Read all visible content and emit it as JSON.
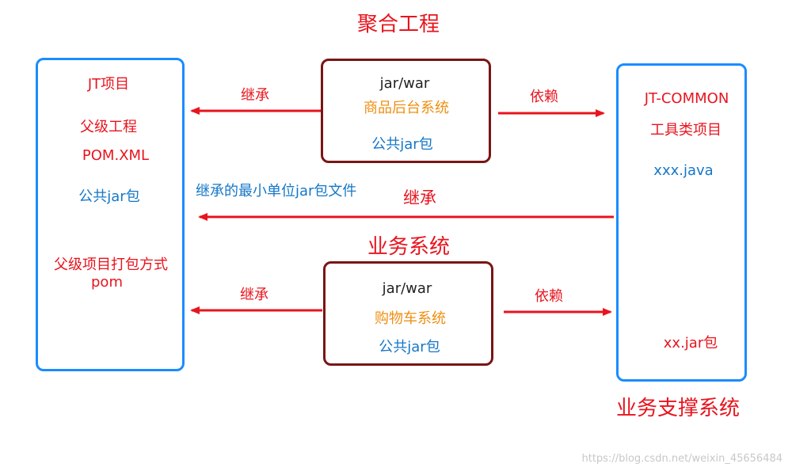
{
  "titles": {
    "aggregate": "聚合工程",
    "business": "业务系统",
    "support": "业务支撑系统"
  },
  "left_box": {
    "line1": "JT项目",
    "line2": "父级工程",
    "line3": "POM.XML",
    "line4": "公共jar包",
    "line5": "父级项目打包方式",
    "line6": "pom"
  },
  "mid_top_box": {
    "line1": "jar/war",
    "line2": "商品后台系统",
    "line3": "公共jar包"
  },
  "mid_bottom_box": {
    "line1": "jar/war",
    "line2": "购物车系统",
    "line3": "公共jar包"
  },
  "right_box": {
    "line1": "JT-COMMON",
    "line2": "工具类项目",
    "line3": "xxx.java",
    "line4": "xx.jar包"
  },
  "arrows": {
    "top_left": "继承",
    "top_right": "依赖",
    "middle_note": "继承的最小单位jar包文件",
    "middle": "继承",
    "bottom_left": "继承",
    "bottom_right": "依赖"
  },
  "colors": {
    "red": "#e8141e",
    "blue": "#1577c7",
    "orange": "#ef8f12",
    "box_blue": "#1a8cff",
    "box_brown": "#7a1515"
  },
  "watermark": "https://blog.csdn.net/weixin_45656484"
}
